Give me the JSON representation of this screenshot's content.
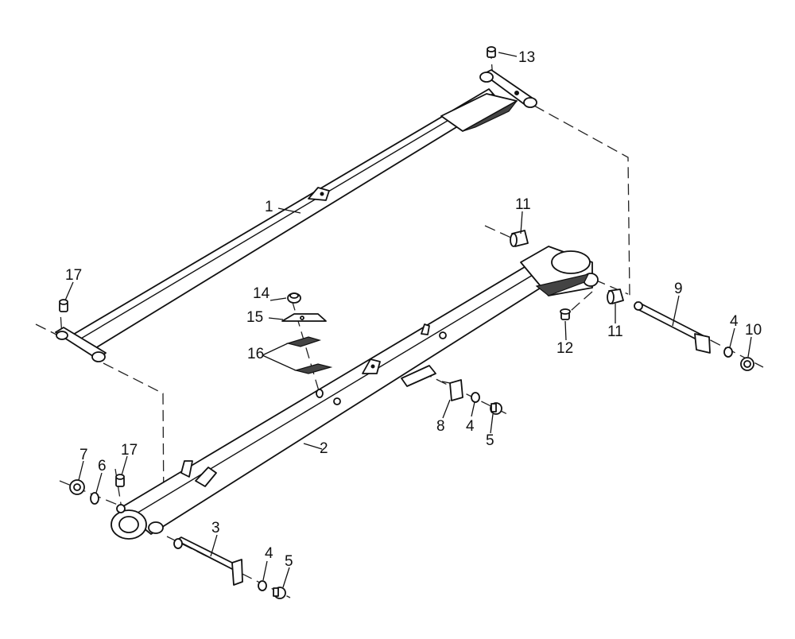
{
  "callouts": {
    "c1": "1",
    "c2": "2",
    "c3": "3",
    "c4a": "4",
    "c4b": "4",
    "c4c": "4",
    "c5a": "5",
    "c5b": "5",
    "c6": "6",
    "c7": "7",
    "c8": "8",
    "c9": "9",
    "c10": "10",
    "c11a": "11",
    "c11b": "11",
    "c12": "12",
    "c13": "13",
    "c14": "14",
    "c15": "15",
    "c16": "16",
    "c17a": "17",
    "c17b": "17"
  }
}
